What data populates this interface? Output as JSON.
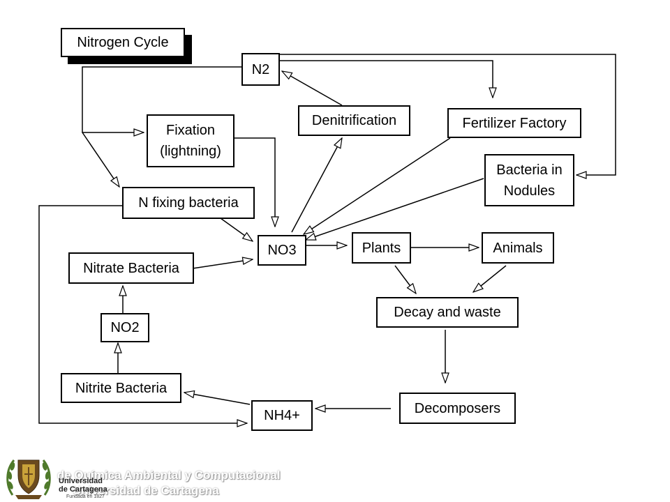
{
  "title": "Nitrogen Cycle",
  "nodes": {
    "n2": "N2",
    "denitrification": "Denitrification",
    "fertilizer_factory": "Fertilizer Factory",
    "fixation_line1": "Fixation",
    "fixation_line2": "(lightning)",
    "bacteria_in_nodules_line1": "Bacteria in",
    "bacteria_in_nodules_line2": "Nodules",
    "n_fixing_bacteria": "N fixing bacteria",
    "no3": "NO3",
    "plants": "Plants",
    "animals": "Animals",
    "nitrate_bacteria": "Nitrate Bacteria",
    "no2": "NO2",
    "decay_and_waste": "Decay and waste",
    "nitrite_bacteria": "Nitrite Bacteria",
    "nh4": "NH4+",
    "decomposers": "Decomposers"
  },
  "footer": {
    "watermark_line1": "de Química Ambiental y Computacional",
    "watermark_line2": "Universidad de Cartagena",
    "logo_name_line1": "Universidad",
    "logo_name_line2": "de Cartagena",
    "logo_since": "Fundada en 1827"
  },
  "colors": {
    "line": "#000000",
    "box_fill": "#ffffff",
    "logo_primary": "#6b4a1e",
    "logo_accent": "#c9a23a",
    "laurel": "#4f7a2b"
  }
}
